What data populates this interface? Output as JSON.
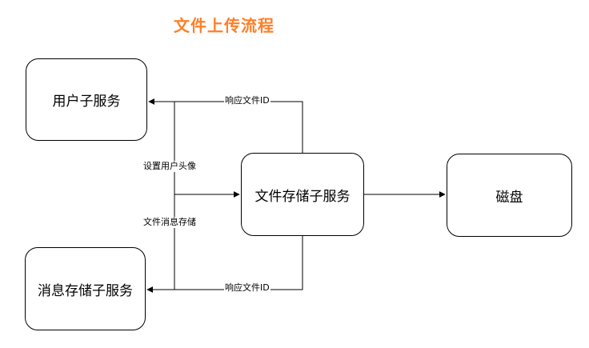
{
  "title": "文件上传流程",
  "nodes": {
    "user_service": "用户子服务",
    "message_storage_service": "消息存储子服务",
    "file_storage_service": "文件存储子服务",
    "disk": "磁盘"
  },
  "edges": {
    "response_file_id_top": "响应文件ID",
    "response_file_id_bottom": "响应文件ID",
    "set_user_avatar": "设置用户头像",
    "file_message_storage": "文件消息存储"
  },
  "colors": {
    "title": "#ff7f27",
    "stroke": "#000000"
  }
}
